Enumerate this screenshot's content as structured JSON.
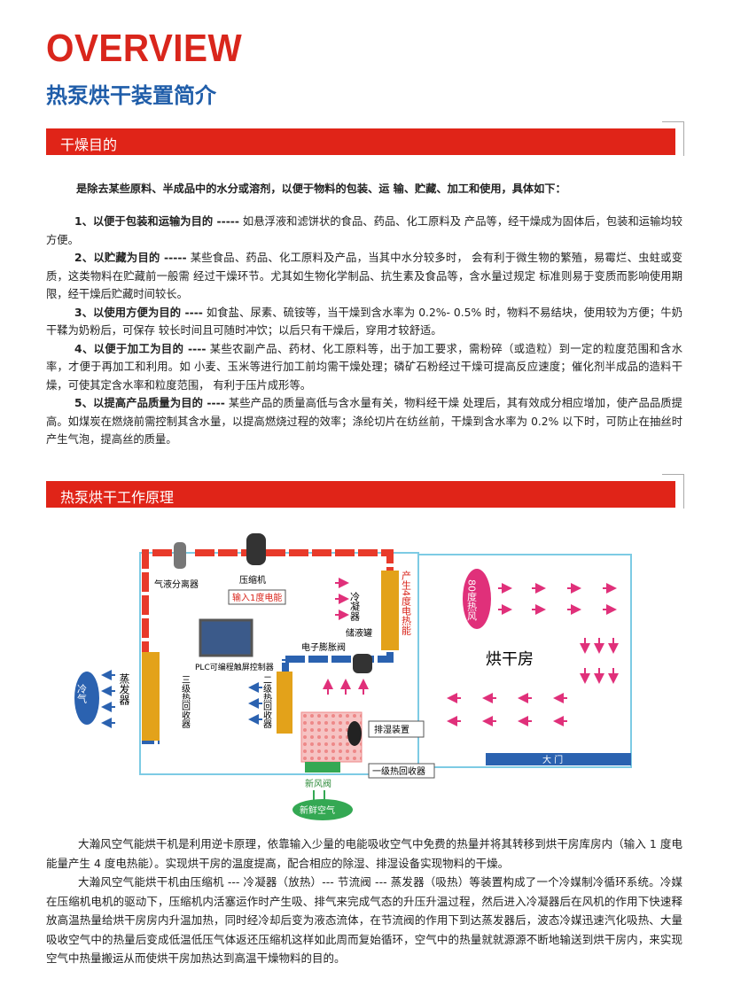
{
  "header": {
    "overview": "OVERVIEW",
    "subtitle": "热泵烘干装置简介"
  },
  "section1": {
    "title": "干燥目的",
    "intro": "是除去某些原料、半成品中的水分或溶剂，以便于物料的包装、运 输、贮藏、加工和使用，具体如下：",
    "items": [
      {
        "lead": "1、以便于包装和运输为目的 -----",
        "text": " 如悬浮液和滤饼状的食品、药品、化工原料及 产品等，经干燥成为固体后，包装和运输均较方便。"
      },
      {
        "lead": "2、以贮藏为目的 -----",
        "text": " 某些食品、药品、化工原料及产品，当其中水分较多时， 会有利于微生物的繁殖，易霉烂、虫蛀或变质，这类物料在贮藏前一般需 经过干燥环节。尤其如生物化学制品、抗生素及食品等，含水量过规定 标准则易于变质而影响使用期限，经干燥后贮藏时间较长。"
      },
      {
        "lead": "3、以使用方便为目的 ----",
        "text": " 如食盐、尿素、硫铵等，当干燥到含水率为 0.2%- 0.5% 时，物料不易结块，使用较为方便；牛奶干鞣为奶粉后，可保存 较长时间且可随时冲饮；以后只有干燥后，穿用才较舒适。"
      },
      {
        "lead": "4、以便于加工为目的 ----",
        "text": " 某些农副产品、药材、化工原料等，出于加工要求，需粉碎（或造粒）到一定的粒度范围和含水率，才便于再加工和利用。如 小麦、玉米等进行加工前均需干燥处理；磷矿石粉经过干燥可提高反应速度；催化剂半成品的造料干燥，可使其定含水率和粒度范围， 有利于压片成形等。"
      },
      {
        "lead": "5、以提高产品质量为目的 ----",
        "text": " 某些产品的质量高低与含水量有关，物料经干燥 处理后，其有效成分相应增加，使产品品质提高。如煤炭在燃烧前需控制其含水量，以提高燃烧过程的效率；涤纶切片在纺丝前，干燥到含水率为 0.2% 以下时，可防止在抽丝时产生气泡，提高丝的质量。"
      }
    ]
  },
  "section2": {
    "title": "热泵烘干工作原理"
  },
  "diagram": {
    "separator": "气液分离器",
    "compressor": "压缩机",
    "power_label": "输入1度电能",
    "condenser": "冷凝器",
    "heat_output": "产生4度电热能",
    "hot_wind": "80度热风",
    "receiver": "储液罐",
    "expansion_valve": "电子膨胀阀",
    "plc": "PLC可编程触屏控制器",
    "evaporator": "蒸发器",
    "cold_air": "冷气",
    "recover3": "三级热回收器",
    "recover2": "二级热回收器",
    "drying_room": "烘干房",
    "dehumid": "排湿装置",
    "recover1": "一级热回收器",
    "door": "大 门",
    "fresh_valve": "新风阀",
    "fresh_air": "新鲜空气"
  },
  "bottom_text": [
    "大瀚风空气能烘干机是利用逆卡原理，依靠输入少量的电能吸收空气中免费的热量并将其转移到烘干房库房内（输入 1 度电能量产生 4 度电热能）。实现烘干房的温度提高，配合相应的除湿、排湿设备实现物料的干燥。",
    "大瀚风空气能烘干机由压缩机 --- 冷凝器（放热）--- 节流阀 --- 蒸发器（吸热）等装置构成了一个冷媒制冷循环系统。冷媒在压缩机电机的驱动下，压缩机内活塞运作时产生吸、排气来完成气态的升压升温过程，然后进入冷凝器后在风机的作用下快速释放高温热量给烘干房房内升温加热，同时经冷却后变为液态流体，在节流阀的作用下到达蒸发器后，波态冷媒迅速汽化吸热、大量吸收空气中的热量后变成低温低压气体返还压缩机这样如此周而复始循环，空气中的热量就就源源不断地输送到烘干房内，来实现空气中热量搬运从而使烘干房加热达到高温干燥物料的目的。"
  ],
  "colors": {
    "red": "#e02418",
    "blue": "#1f5da9",
    "pipe_red": "#e83a2a",
    "pipe_blue": "#2b62b0",
    "pink": "#e0307a",
    "gold": "#e3a21a",
    "cyan": "#6fc7e0"
  }
}
